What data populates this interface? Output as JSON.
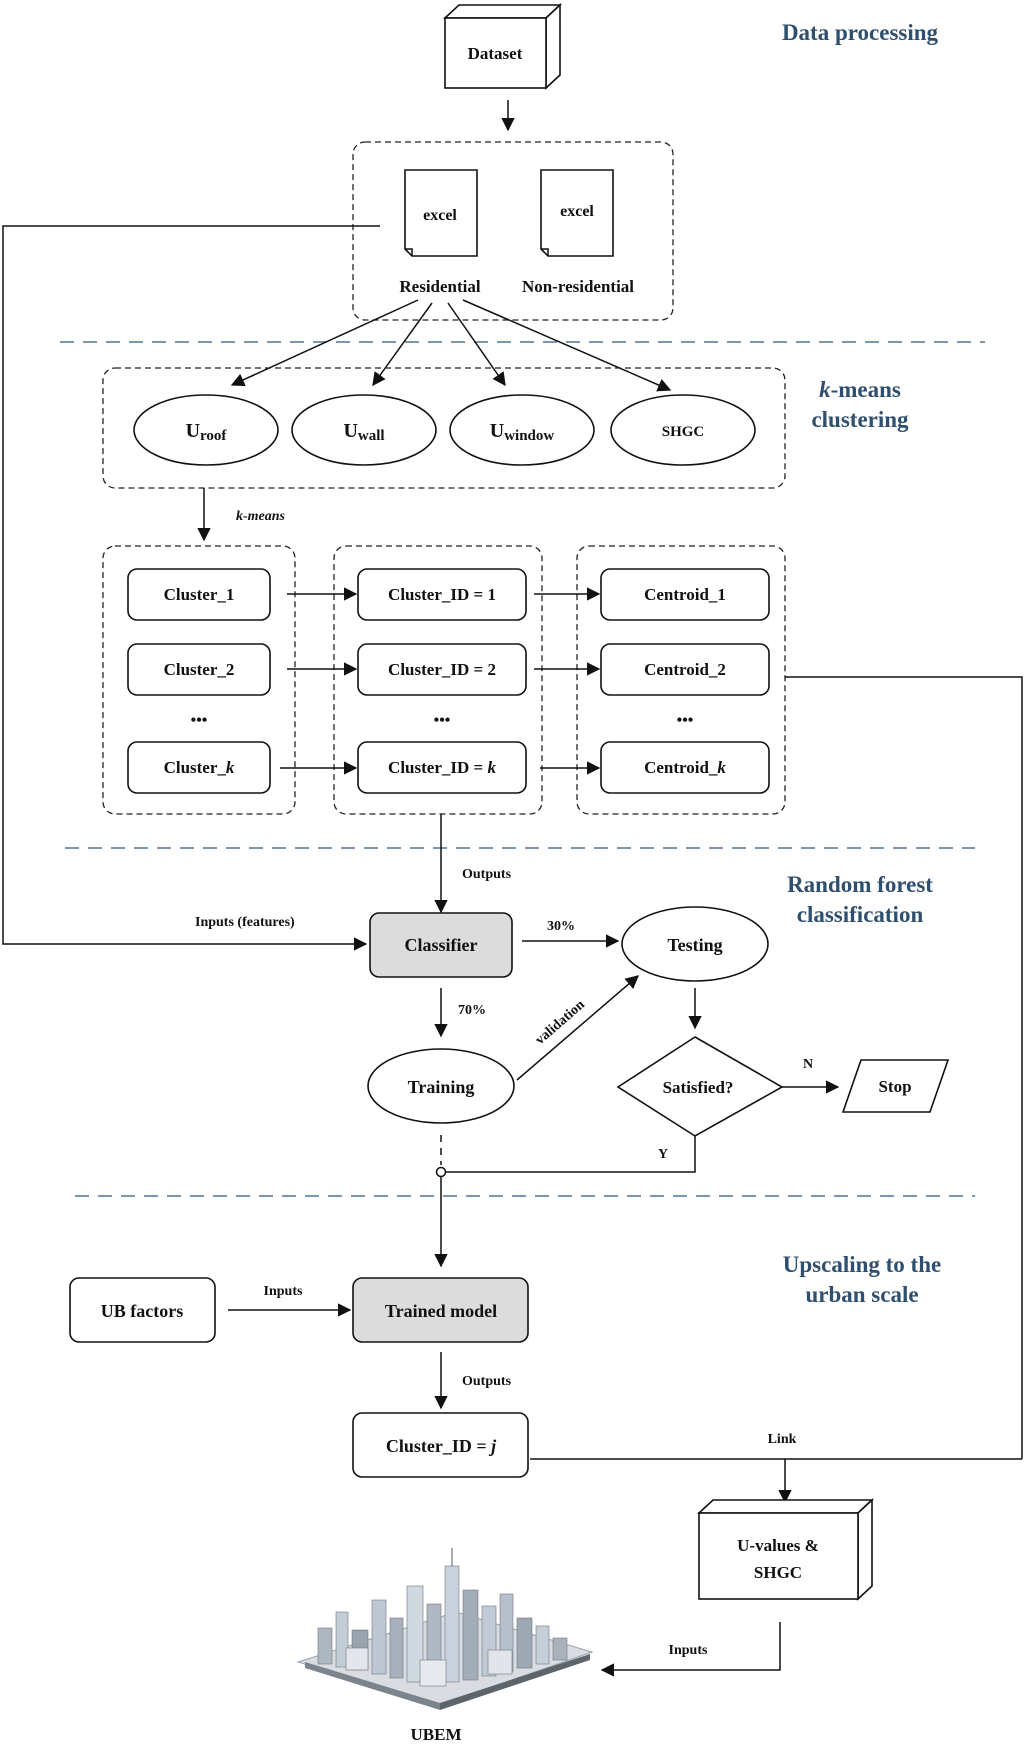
{
  "sections": {
    "data_processing": "Data processing",
    "kmeans_em": "k",
    "kmeans_rest": "-means",
    "kmeans_line2": "clustering",
    "rf_line1": "Random forest",
    "rf_line2": "classification",
    "upscale_line1": "Upscaling to the",
    "upscale_line2": "urban scale"
  },
  "nodes": {
    "dataset": "Dataset",
    "excel_res": "excel",
    "excel_nonres": "excel",
    "residential": "Residential",
    "non_residential": "Non-residential",
    "u_roof_main": "U",
    "u_roof_sub": "roof",
    "u_wall_main": "U",
    "u_wall_sub": "wall",
    "u_window_main": "U",
    "u_window_sub": "window",
    "shgc": "SHGC",
    "cluster_1": "Cluster_1",
    "cluster_2": "Cluster_2",
    "cluster_k_prefix": "Cluster_",
    "cluster_k_var": "k",
    "cluster_id_1": "Cluster_ID = 1",
    "cluster_id_2": "Cluster_ID = 2",
    "cluster_id_k_prefix": "Cluster_ID = ",
    "cluster_id_k_var": "k",
    "centroid_1": "Centroid_1",
    "centroid_2": "Centroid_2",
    "centroid_k_prefix": "Centroid_",
    "centroid_k_var": "k",
    "ellipsis": "•••",
    "classifier": "Classifier",
    "testing": "Testing",
    "training": "Training",
    "satisfied": "Satisfied?",
    "stop": "Stop",
    "ub_factors": "UB factors",
    "trained_model": "Trained model",
    "cluster_id_j_prefix": "Cluster_ID = ",
    "cluster_id_j_var": "j",
    "u_values_line1": "U-values &",
    "u_values_line2": "SHGC",
    "ubem": "UBEM"
  },
  "edges": {
    "kmeans": "k-means",
    "outputs_1": "Outputs",
    "inputs_features": "Inputs (features)",
    "pct_30": "30%",
    "pct_70": "70%",
    "validation": "validation",
    "n": "N",
    "y": "Y",
    "inputs_1": "Inputs",
    "outputs_2": "Outputs",
    "link": "Link",
    "inputs_2": "Inputs"
  },
  "colors": {
    "section_title": "#2f4f6f",
    "separator": "#4f7396",
    "highlight_fill": "#dcdcdc"
  }
}
